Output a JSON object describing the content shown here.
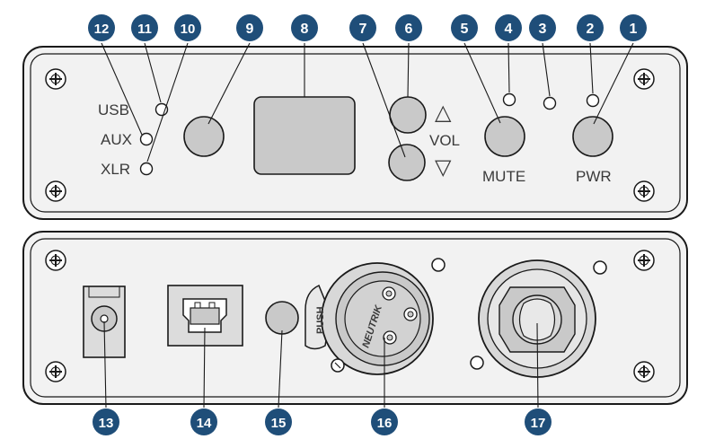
{
  "colors": {
    "panel_fill": "#f2f2f2",
    "panel_stroke": "#1a1a1a",
    "control_fill": "#c9c9c9",
    "callout_fill": "#1f4e79",
    "callout_text": "#ffffff",
    "label_text": "#3a3a3a"
  },
  "front_panel": {
    "input_labels": {
      "usb": "USB",
      "aux": "AUX",
      "xlr": "XLR"
    },
    "vol_label": "VOL",
    "up_arrow": "△",
    "down_arrow": "▽",
    "mute_label": "MUTE",
    "pwr_label": "PWR"
  },
  "rear_panel": {
    "push_label": "PUSH",
    "xlr_brand": "NEUTRIK"
  },
  "callouts": {
    "c1": "1",
    "c2": "2",
    "c3": "3",
    "c4": "4",
    "c5": "5",
    "c6": "6",
    "c7": "7",
    "c8": "8",
    "c9": "9",
    "c10": "10",
    "c11": "11",
    "c12": "12",
    "c13": "13",
    "c14": "14",
    "c15": "15",
    "c16": "16",
    "c17": "17"
  },
  "icons": [
    "screw-icon",
    "led-icon",
    "knob-icon",
    "display-screen-icon",
    "dc-jack-icon",
    "usb-b-port-icon",
    "xlr-connector-icon",
    "combo-jack-icon"
  ]
}
